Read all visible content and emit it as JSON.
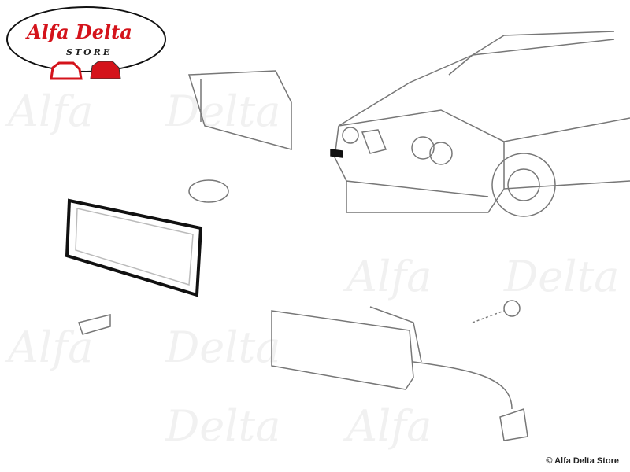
{
  "logo": {
    "title": "Alfa Delta",
    "subtitle": "STORE"
  },
  "watermark": [
    "Alfa",
    "Delta"
  ],
  "copyright": "© Alfa Delta Store",
  "colors": {
    "brand": "#d4131b",
    "line": "#777777"
  }
}
